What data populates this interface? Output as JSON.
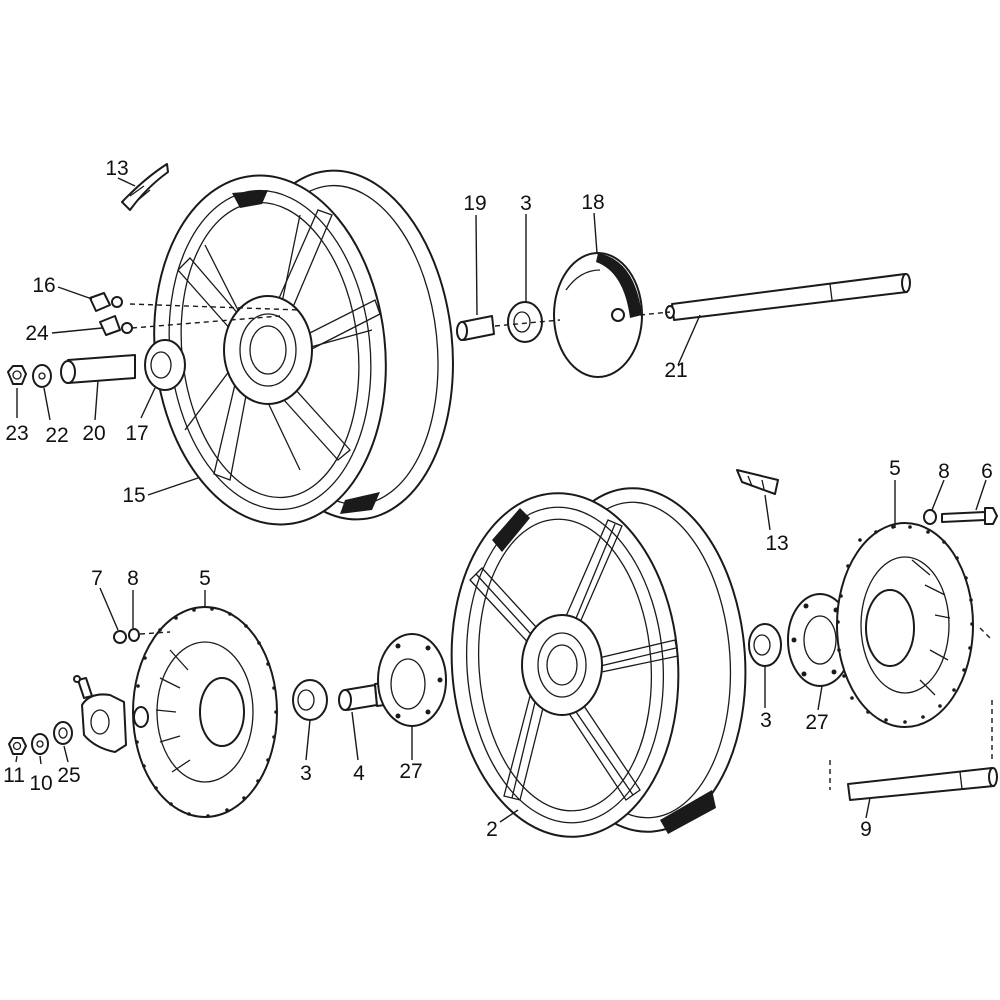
{
  "diagram": {
    "type": "exploded parts diagram",
    "subject": "motorcycle wheel assembly",
    "callouts": {
      "c13a": "13",
      "c19": "19",
      "c3a": "3",
      "c18": "18",
      "c16": "16",
      "c24": "24",
      "c21": "21",
      "c23": "23",
      "c22": "22",
      "c20": "20",
      "c17": "17",
      "c15": "15",
      "c13b": "13",
      "c5a": "5",
      "c8a": "8",
      "c6": "6",
      "c7": "7",
      "c8b": "8",
      "c5b": "5",
      "c3b": "3",
      "c27a": "27",
      "c11": "11",
      "c10": "10",
      "c25": "25",
      "c3c": "3",
      "c4": "4",
      "c27b": "27",
      "c2": "2",
      "c9": "9"
    }
  }
}
